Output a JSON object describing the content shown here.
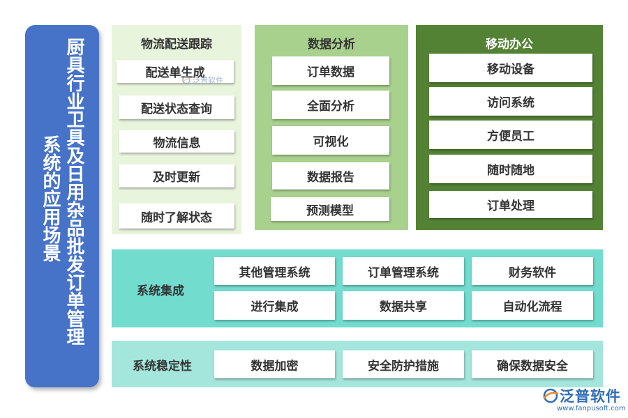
{
  "side_title": {
    "line1": "厨具行业卫具及日用杂品批发订单管理",
    "line2": "系统的应用场景"
  },
  "logistics": {
    "title": "物流配送跟踪",
    "items": [
      "配送单生成",
      "配送状态查询",
      "物流信息",
      "及时更新",
      "随时了解状态"
    ]
  },
  "analysis": {
    "title": "数据分析",
    "items": [
      "订单数据",
      "全面分析",
      "可视化",
      "数据报告",
      "预测模型"
    ]
  },
  "mobile": {
    "title": "移动办公",
    "items": [
      "移动设备",
      "访问系统",
      "方便员工",
      "随时随地",
      "订单处理"
    ]
  },
  "integration": {
    "label": "系统集成",
    "items": [
      "其他管理系统",
      "订单管理系统",
      "财务软件",
      "进行集成",
      "数据共享",
      "自动化流程"
    ]
  },
  "stability": {
    "label": "系统稳定性",
    "items": [
      "数据加密",
      "安全防护措施",
      "确保数据安全"
    ]
  },
  "watermark": {
    "text": "泛普软件"
  },
  "logo": {
    "name": "泛普软件",
    "url": "www.fanpusoft.com"
  },
  "colors": {
    "side_blue": "#4673c8",
    "light_green": "#e9f4dd",
    "mid_green": "#a9d18e",
    "dark_green": "#548235",
    "teal": "#72dccf",
    "light_teal": "#a4e6dc",
    "brand_blue": "#2f6db5",
    "brand_orange": "#f08a24"
  },
  "icons": [
    "fanpu-logo-icon"
  ]
}
